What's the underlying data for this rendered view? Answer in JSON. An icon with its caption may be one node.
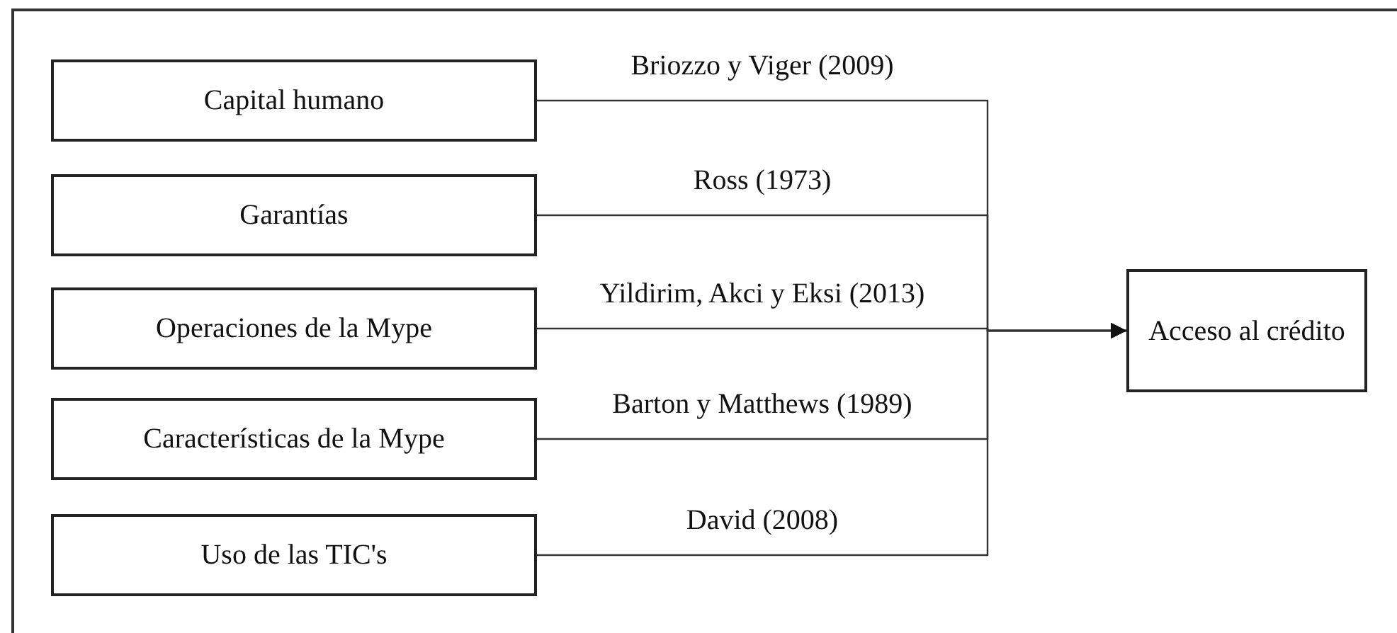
{
  "diagram": {
    "nodes": [
      {
        "text": [
          "Capital humano"
        ]
      },
      {
        "text": [
          "Garantías"
        ]
      },
      {
        "text": [
          "Operaciones de la Mype"
        ]
      },
      {
        "text": [
          "Características de la Mype"
        ]
      },
      {
        "text": [
          "Uso de las TIC's"
        ]
      },
      {
        "text": [
          "Acceso al crédito"
        ]
      }
    ],
    "edges": [
      {
        "from": 0,
        "to": 5,
        "arrow": "to",
        "label": "Briozzo y Viger (2009)"
      },
      {
        "from": 1,
        "to": 5,
        "arrow": "to",
        "label": "Ross (1973)"
      },
      {
        "from": 2,
        "to": 5,
        "arrow": "to",
        "label": "Yildirim, Akci y Eksi (2013)"
      },
      {
        "from": 3,
        "to": 5,
        "arrow": "to",
        "label": "Barton y Matthews (1989)"
      },
      {
        "from": 4,
        "to": 5,
        "arrow": "to",
        "label": "David (2008)"
      }
    ]
  }
}
